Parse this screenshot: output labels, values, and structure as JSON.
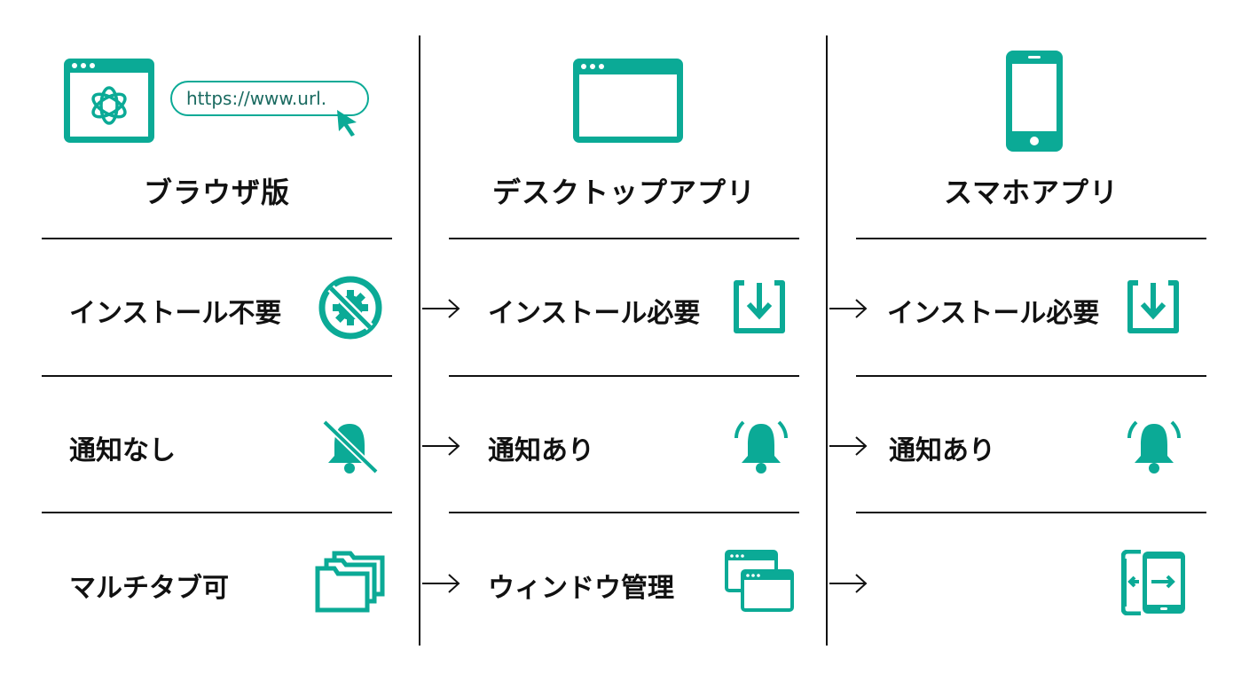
{
  "colors": {
    "accent": "#0baa96",
    "line": "#111111"
  },
  "url_bar": {
    "text": "https://www.url."
  },
  "columns": [
    {
      "title": "ブラウザ版",
      "rows": [
        {
          "label": "インストール不要",
          "icon": "no-install-icon"
        },
        {
          "label": "通知なし",
          "icon": "bell-off-icon"
        },
        {
          "label": "マルチタブ可",
          "icon": "multi-tab-folder-icon"
        }
      ]
    },
    {
      "title": "デスクトップアプリ",
      "rows": [
        {
          "label": "インストール必要",
          "icon": "download-icon"
        },
        {
          "label": "通知あり",
          "icon": "bell-ringing-icon"
        },
        {
          "label": "ウィンドウ管理",
          "icon": "multi-window-icon"
        }
      ]
    },
    {
      "title": "スマホアプリ",
      "rows": [
        {
          "label": "インストール必要",
          "icon": "download-icon"
        },
        {
          "label": "通知あり",
          "icon": "bell-ringing-icon"
        },
        {
          "label": "",
          "icon": "app-switch-icon"
        }
      ]
    }
  ]
}
